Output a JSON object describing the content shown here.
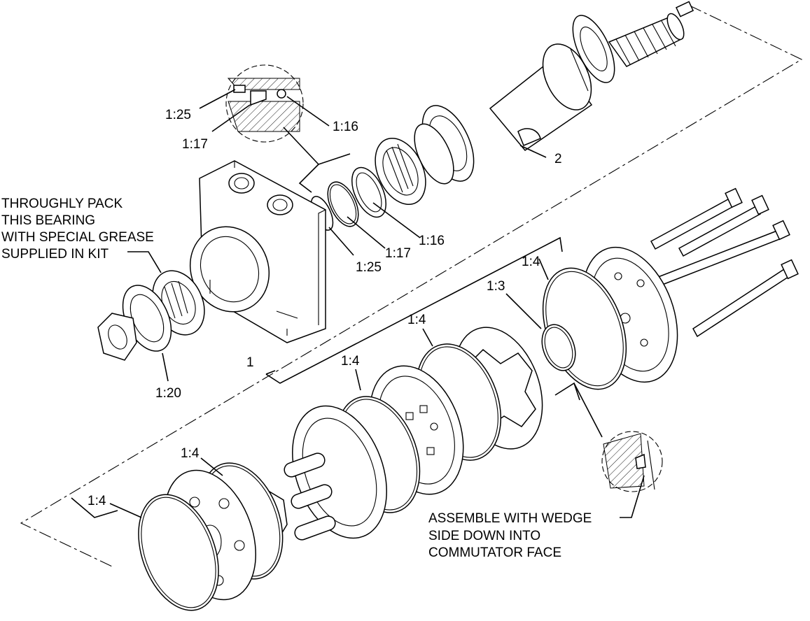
{
  "notes": {
    "bearing_note": [
      "THROUGHLY PACK",
      "THIS BEARING",
      "WITH SPECIAL GREASE",
      "SUPPLIED IN KIT"
    ],
    "wedge_note": [
      "ASSEMBLE WITH WEDGE",
      "SIDE  DOWN INTO",
      "COMMUTATOR FACE"
    ]
  },
  "callouts": {
    "detail_seal_1_25": "1:25",
    "detail_seal_1_17": "1:17",
    "detail_seal_1_16": "1:16",
    "key_2": "2",
    "ring_1_16": "1:16",
    "ring_1_17": "1:17",
    "ring_1_25": "1:25",
    "washer_1_20": "1:20",
    "kit_1": "1",
    "oring_1_4_top": "1:4",
    "oring_1_3": "1:3",
    "oring_1_4_mid": "1:4",
    "oring_1_4_center": "1:4",
    "oring_1_4_lower": "1:4",
    "oring_1_4_bottom": "1:4"
  }
}
